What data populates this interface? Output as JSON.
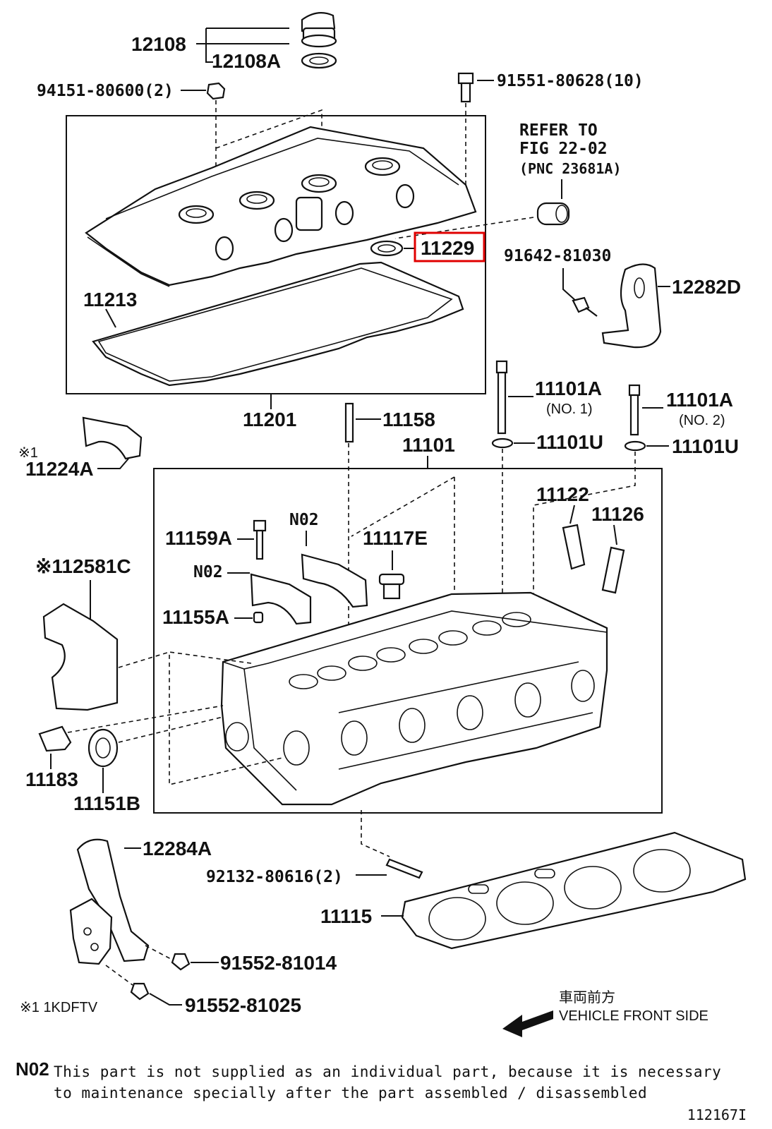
{
  "labels": {
    "p12108": "12108",
    "p12108A": "12108A",
    "p94151": "94151-80600(2)",
    "p91551": "91551-80628(10)",
    "refer_line1": "REFER TO",
    "refer_line2": "FIG 22-02",
    "refer_line3": "(PNC 23681A)",
    "p11229": "11229",
    "p91642": "91642-81030",
    "p12282D": "12282D",
    "p11213": "11213",
    "p11201": "11201",
    "p11158": "11158",
    "p11101": "11101",
    "p11101A_1": "11101A",
    "p11101A_1_sub": "(NO. 1)",
    "p11101A_2": "11101A",
    "p11101A_2_sub": "(NO. 2)",
    "p11101U_1": "11101U",
    "p11101U_2": "11101U",
    "p11224A_mark": "※1",
    "p11224A": "11224A",
    "p11122": "11122",
    "p11126": "11126",
    "n02_a": "N02",
    "n02_b": "N02",
    "p11159A": "11159A",
    "p11117E": "11117E",
    "p12581C": "※112581C",
    "p11155A": "11155A",
    "p11183": "11183",
    "p11151B": "11151B",
    "p12284A": "12284A",
    "p92132": "92132-80616(2)",
    "p11115": "11115",
    "p91552_81014": "91552-81014",
    "p91552_81025": "91552-81025",
    "note_1kdftv": "※1 1KDFTV",
    "front_jp": "車両前方",
    "front_en": "VEHICLE FRONT SIDE"
  },
  "footnote": {
    "code": "N02",
    "text": "This part is not supplied as an individual part, because it is necessary to maintenance specially after the part assembled / disassembled"
  },
  "figure_number": "112167I",
  "highlight_color": "#e00000",
  "highlighted_part": "11229"
}
